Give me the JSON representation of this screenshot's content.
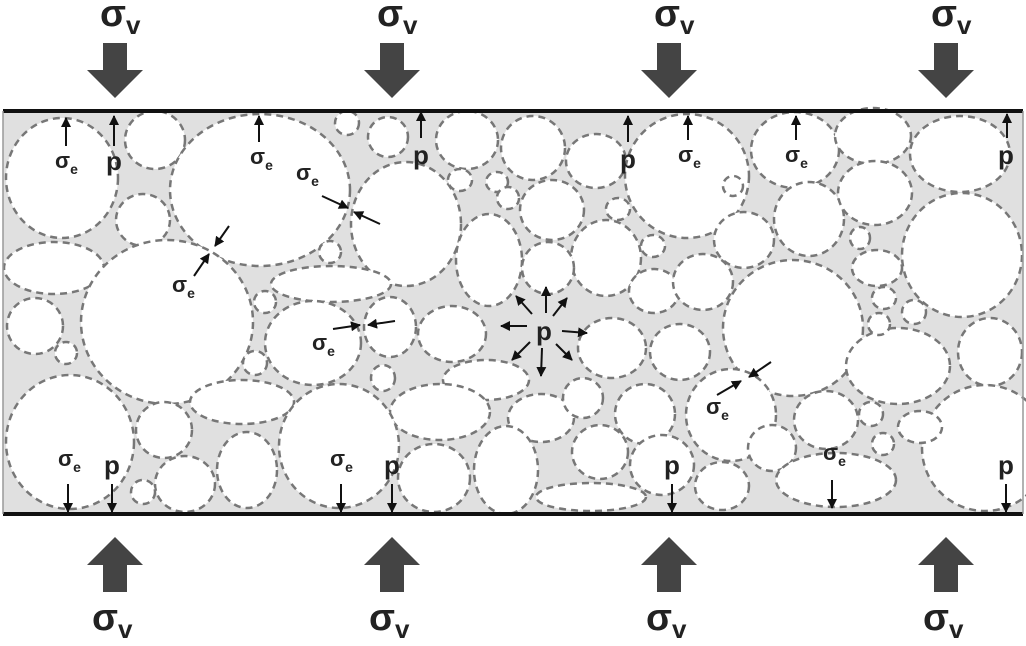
{
  "labels": {
    "sigma": "σ",
    "v_sub": "v",
    "e_sub": "e",
    "p": "p"
  },
  "colors": {
    "background": "#ffffff",
    "matrix_fill": "#e0e0e0",
    "grain_fill": "#ffffff",
    "grain_stroke": "#777777",
    "plate": "#111111",
    "arrow_dark": "#444444",
    "text": "#222222"
  }
}
